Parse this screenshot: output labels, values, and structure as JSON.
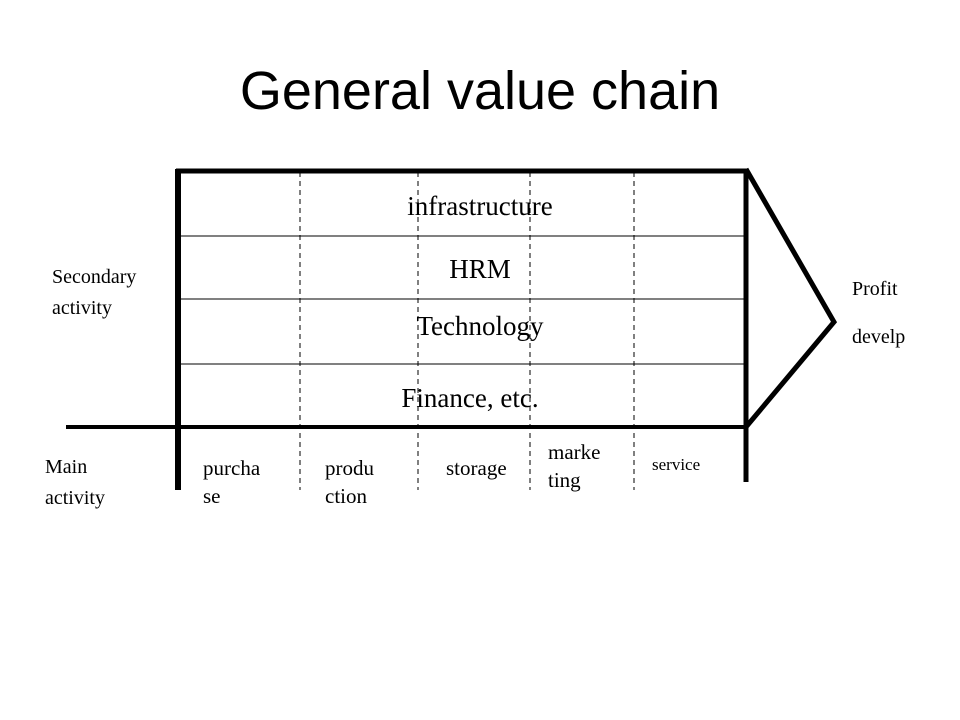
{
  "title": "General value chain",
  "support_activities": [
    "infrastructure",
    "HRM",
    "Technology",
    "Finance, etc."
  ],
  "secondary_label": "Secondary activity",
  "main_label": "Main activity",
  "primary_activities": [
    "purchase",
    "production",
    "storage",
    "marketing",
    "service"
  ],
  "margin_label_line1": "Profit",
  "margin_label_line2": "develp"
}
